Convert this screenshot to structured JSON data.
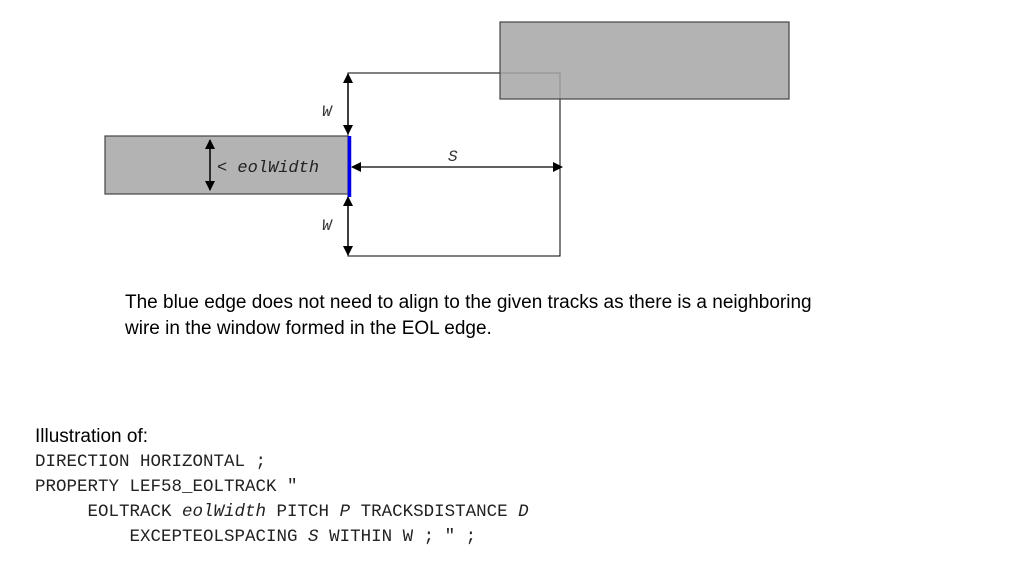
{
  "diagram": {
    "labels": {
      "w_top": "W",
      "w_bottom": "W",
      "eol_width": "< eolWidth",
      "spacing": "S"
    },
    "colors": {
      "wire_fill": "#b3b3b3",
      "wire_stroke": "#444444",
      "eol_edge": "#0000ee",
      "lines": "#000000"
    }
  },
  "caption": {
    "line1": "The blue edge does not need to align to the given tracks as there is a neighboring",
    "line2": "wire in the window formed in the EOL edge."
  },
  "illustration": {
    "heading": "Illustration of:",
    "code": [
      {
        "indent": "",
        "parts": [
          {
            "t": "DIRECTION HORIZONTAL ;"
          }
        ]
      },
      {
        "indent": "",
        "parts": [
          {
            "t": "PROPERTY LEF58_EOLTRACK \""
          }
        ]
      },
      {
        "indent": "     ",
        "parts": [
          {
            "t": "EOLTRACK "
          },
          {
            "t": "eolWidth",
            "i": true
          },
          {
            "t": " PITCH "
          },
          {
            "t": "P",
            "i": true
          },
          {
            "t": " TRACKSDISTANCE "
          },
          {
            "t": "D",
            "i": true
          }
        ]
      },
      {
        "indent": "         ",
        "parts": [
          {
            "t": "EXCEPTEOLSPACING "
          },
          {
            "t": "S",
            "i": true
          },
          {
            "t": " WITHIN W ; \" ;"
          }
        ]
      }
    ]
  }
}
